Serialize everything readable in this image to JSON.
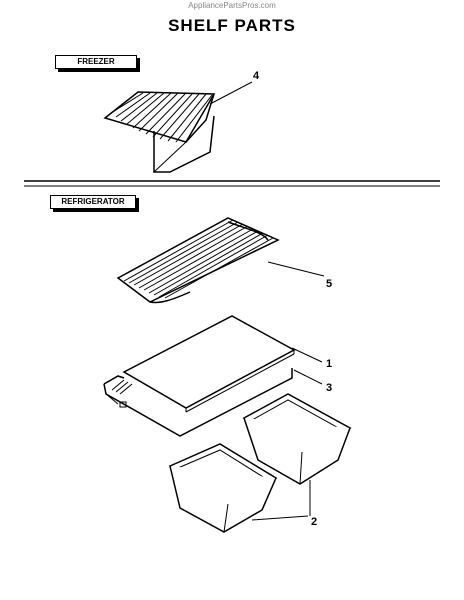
{
  "watermark": "AppliancePartsPros.com",
  "title": "SHELF PARTS",
  "sections": {
    "freezer": "FREEZER",
    "refrigerator": "REFRIGERATOR"
  },
  "callouts": {
    "freezer_shelf": "4",
    "refrigerator_shelf": "5",
    "glass_shelf": "1",
    "crisper_cover_frame": "3",
    "crisper_drawers": "2"
  }
}
